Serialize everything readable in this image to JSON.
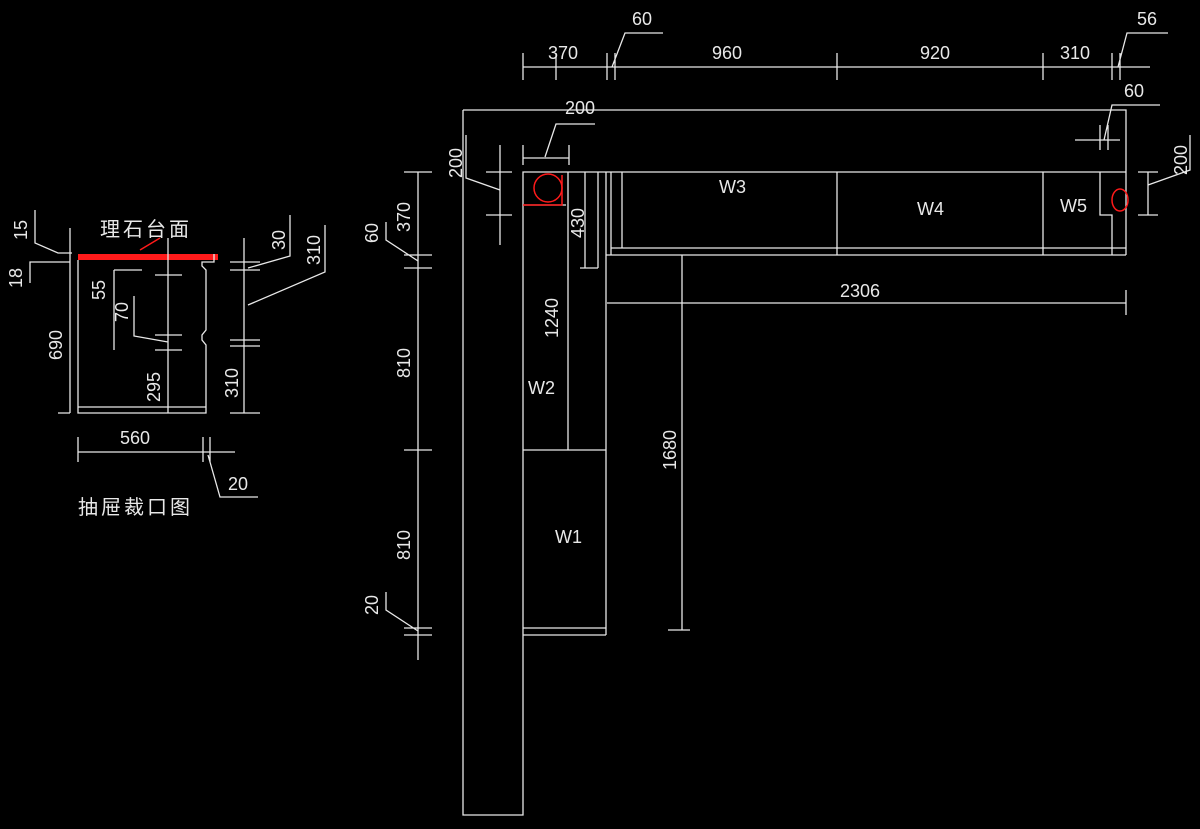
{
  "colors": {
    "background": "#000000",
    "line": "#e8e8e8",
    "highlight": "#ff1a1a"
  },
  "drawer_detail": {
    "title": "抽屉裁口图",
    "countertop_label": "理石台面",
    "dims": {
      "d15": "15",
      "d18": "18",
      "d690": "690",
      "d55": "55",
      "d70": "70",
      "d295": "295",
      "d30": "30",
      "d310a": "310",
      "d310b": "310",
      "d560": "560",
      "d20": "20"
    }
  },
  "plan": {
    "cabinets": {
      "w1": "W1",
      "w2": "W2",
      "w3": "W3",
      "w4": "W4",
      "w5": "W5"
    },
    "top_dims": {
      "d370": "370",
      "d60": "60",
      "d960": "960",
      "d920": "920",
      "d310": "310",
      "d56": "56"
    },
    "dims": {
      "d200_top": "200",
      "d60_right": "60",
      "d200_left": "200",
      "d200_right": "200",
      "d430": "430",
      "d1240": "1240",
      "d2306": "2306",
      "d1680": "1680"
    },
    "left_chain": {
      "d370": "370",
      "d60": "60",
      "d810a": "810",
      "d810b": "810",
      "d20": "20"
    }
  }
}
